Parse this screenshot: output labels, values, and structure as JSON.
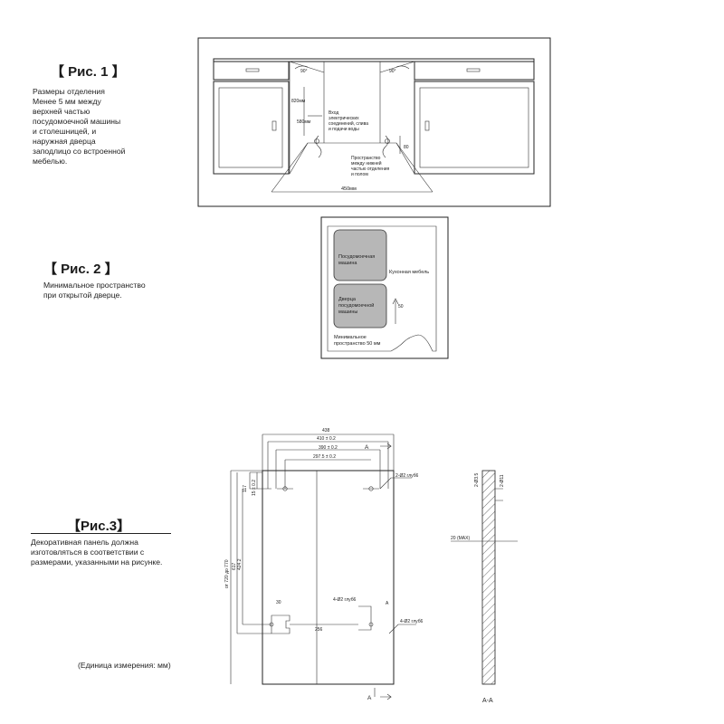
{
  "fig1": {
    "title": "【 Рис. 1 】",
    "caption": [
      "Размеры отделения",
      "Менее 5 мм между",
      "верхней частью",
      "посудомоечной машины",
      "и столешницей, и",
      "наружная дверца",
      "заподлицо со встроенной",
      "мебелью."
    ],
    "labels": {
      "angle_left": "90°",
      "angle_right": "90°",
      "height_820": "820мм",
      "depth_580": "580мм",
      "width_450": "450мм",
      "inlet": [
        "Вход",
        "электрических",
        "соединений, слива",
        "и подачи воды"
      ],
      "floor_space": [
        "Пространство",
        "между нижней",
        "частью отделения",
        "и полом"
      ],
      "floor_80": "80"
    }
  },
  "fig2": {
    "title": "【 Рис. 2 】",
    "caption": [
      "Минимальное пространство",
      "при открытой дверце."
    ],
    "labels": {
      "dishwasher": [
        "Посудомоечная",
        "машина"
      ],
      "door": [
        "Дверца",
        "посудомоечной",
        "машины"
      ],
      "cabinet": "Кухонная мебель",
      "min_space": [
        "Минимальное",
        "пространство 50 мм"
      ],
      "dim_50": "50"
    }
  },
  "fig3": {
    "title": "【Рис.3】",
    "caption": [
      "Декоративная панель должна",
      "изготовляться  в соответствии с",
      "размерами, указанными на рисунке."
    ],
    "units": "(Единица измерения: мм)",
    "dims": {
      "w_top": "438",
      "w_410": "410 ± 0.2",
      "w_390": "390 ± 0.2",
      "w_297": "297.5 ± 0.2",
      "hole_top": "2-Ø2 глуб6",
      "d_15": "15 ± 0.2",
      "d_117": "117",
      "h_total": "от 720 до 770",
      "h_617": "617",
      "h_4242": "424.2",
      "w_30": "30",
      "w_256": "256",
      "hole_mid": "4-Ø2 глуб6",
      "hole_side": "4-Ø2 глуб6",
      "section_mark": "A",
      "section_label": "A-A",
      "s_28": "2-Ø3.5",
      "s_11": "2-Ø11",
      "thickness": "20 (MAX)"
    }
  }
}
